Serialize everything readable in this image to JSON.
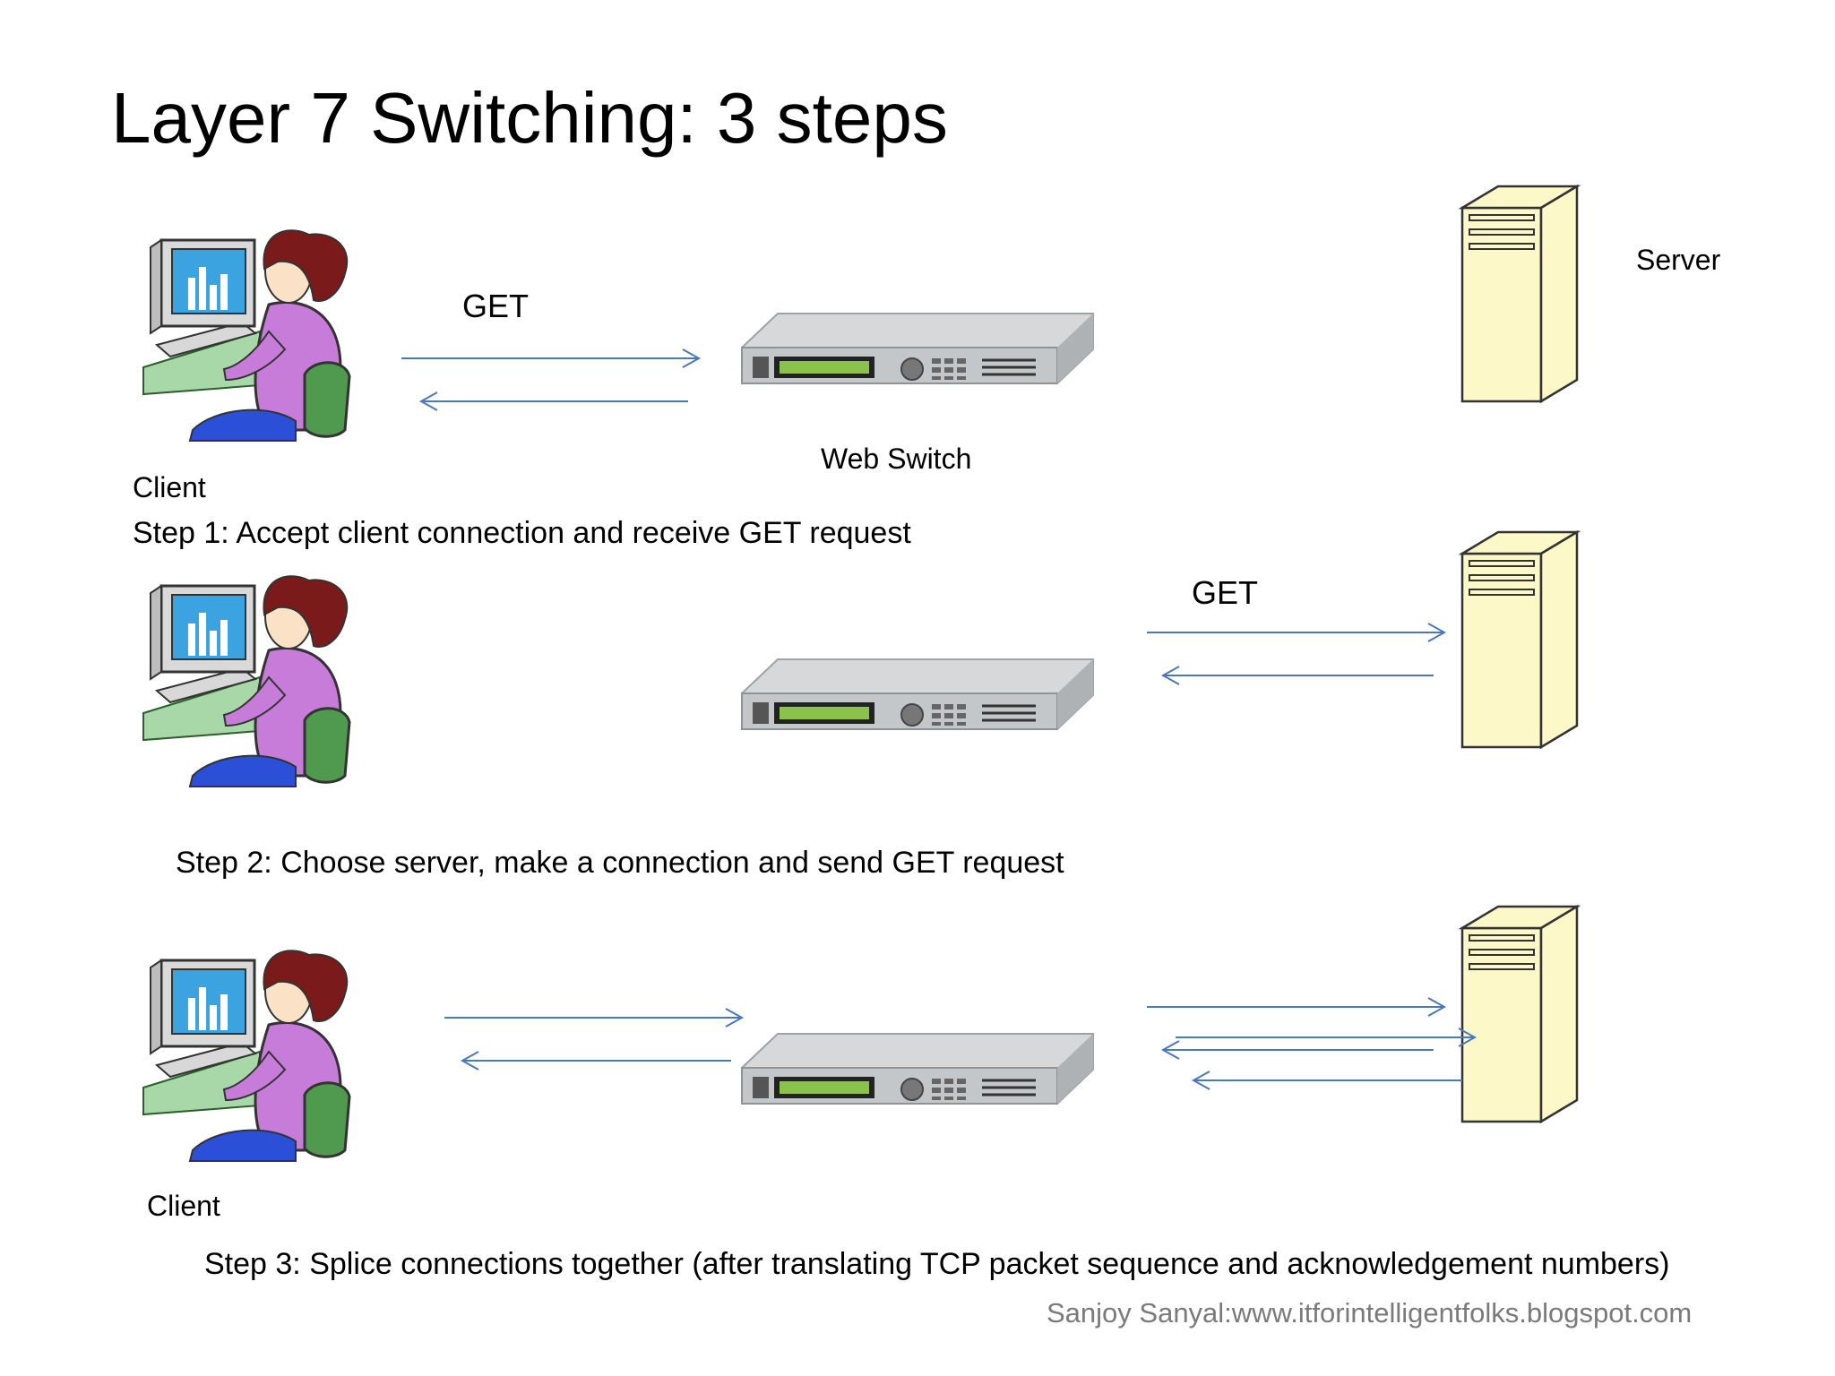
{
  "title": "Layer 7 Switching: 3 steps",
  "labels": {
    "server": "Server",
    "web_switch": "Web Switch",
    "client_1": "Client",
    "client_3": "Client",
    "get_1": "GET",
    "get_2": "GET"
  },
  "steps": [
    "Step 1: Accept client connection and receive GET request",
    "Step 2: Choose server, make a connection and send GET request",
    "Step 3: Splice connections together (after translating TCP packet sequence and acknowledgement numbers)"
  ],
  "credit": "Sanjoy Sanyal:www.itforintelligentfolks.blogspot.com",
  "colors": {
    "arrow": "#4a78b8",
    "server_fill": "#fdf8c8",
    "switch_body": "#c9cbcd",
    "switch_display": "#8bc34a",
    "client_shirt": "#c77cd9",
    "client_hair": "#7b1a1a",
    "client_monitor_screen": "#3aa3e0",
    "client_chair": "#4f9a4f"
  },
  "icons": [
    "client-icon",
    "web-switch-icon",
    "server-icon"
  ]
}
